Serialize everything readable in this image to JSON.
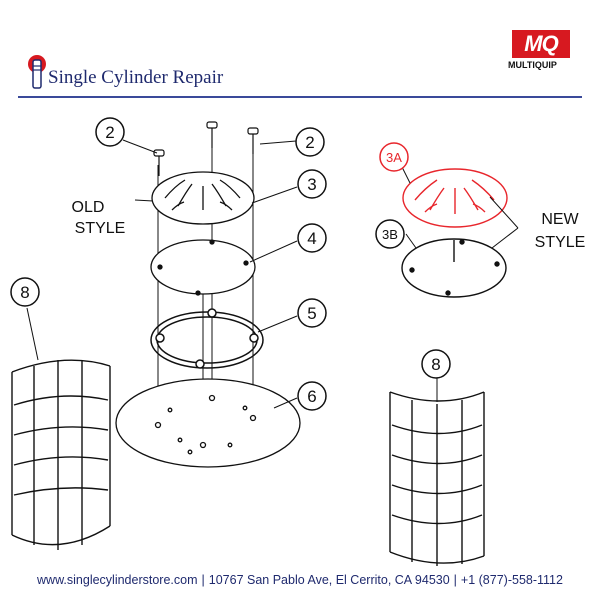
{
  "header": {
    "brand": "Single Cylinder Repair",
    "mfr_logo_text": "MQ",
    "mfr_name": "MULTIQUIP"
  },
  "diagram": {
    "callouts": {
      "c2a": "2",
      "c2b": "2",
      "c3": "3",
      "c3a": "3A",
      "c3b": "3B",
      "c4": "4",
      "c5": "5",
      "c6": "6",
      "c8a": "8",
      "c8b": "8"
    },
    "labels": {
      "old_line1": "OLD",
      "old_line2": "STYLE",
      "new_line1": "NEW",
      "new_line2": "STYLE"
    },
    "colors": {
      "line": "#111111",
      "highlight": "#e8262c"
    }
  },
  "footer": {
    "website": "www.singlecylinderstore.com",
    "address": "10767 San Pablo Ave, El Cerrito, CA 94530",
    "phone": "+1 (877)-558-1112",
    "separator": "|"
  }
}
